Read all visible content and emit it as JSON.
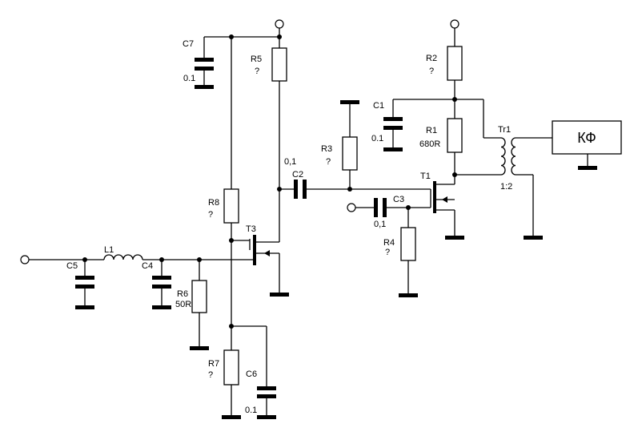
{
  "labels": {
    "c7": "C7",
    "c7_val": "0.1",
    "r5": "R5",
    "r5_val": "?",
    "r2": "R2",
    "r2_val": "?",
    "c1": "C1",
    "c1_val": "0.1",
    "r1": "R1",
    "r1_val": "680R",
    "tr1": "Tr1",
    "tr1_ratio": "1:2",
    "kf": "КФ",
    "r3": "R3",
    "r3_val": "?",
    "c2_val": "0,1",
    "c2": "C2",
    "t1": "T1",
    "c3": "C3",
    "c3_val": "0,1",
    "r4": "R4",
    "r4_val": "?",
    "r8": "R8",
    "r8_val": "?",
    "t3": "T3",
    "l1": "L1",
    "c5": "C5",
    "c4": "C4",
    "r6": "R6",
    "r6_val": "50R",
    "r7": "R7",
    "r7_val": "?",
    "c6": "C6",
    "c6_val": "0.1"
  }
}
